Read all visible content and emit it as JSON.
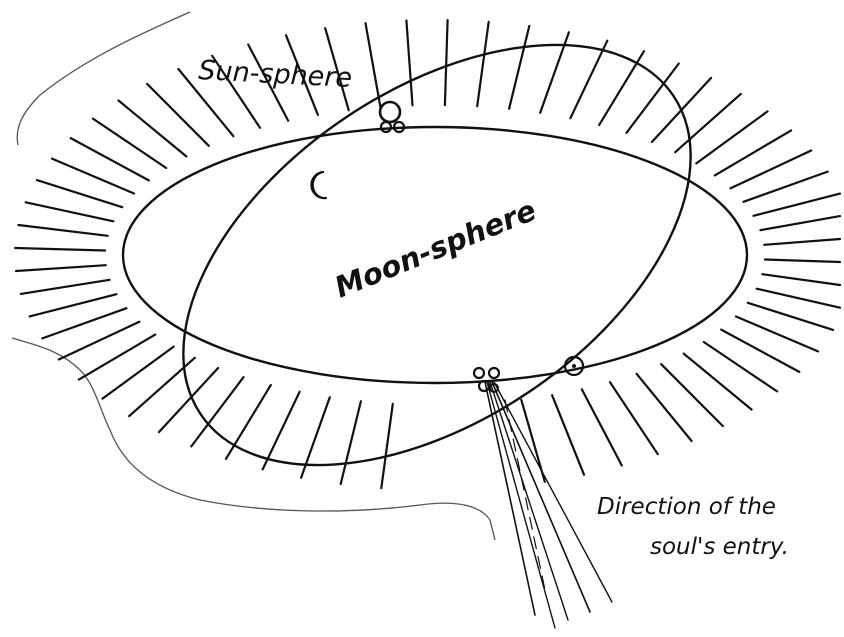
{
  "labels": {
    "sun_sphere": "Sun-sphere",
    "moon_sphere": "Moon-sphere",
    "direction_line1": "Direction of the",
    "direction_line2": "soul's entry."
  },
  "colors": {
    "ink": "#111111",
    "paper": "#ffffff",
    "edge": "#555555"
  },
  "symbols": {
    "sun": "sun-symbol",
    "moon": "crescent-moon-symbol",
    "node": "double-circle-node"
  }
}
